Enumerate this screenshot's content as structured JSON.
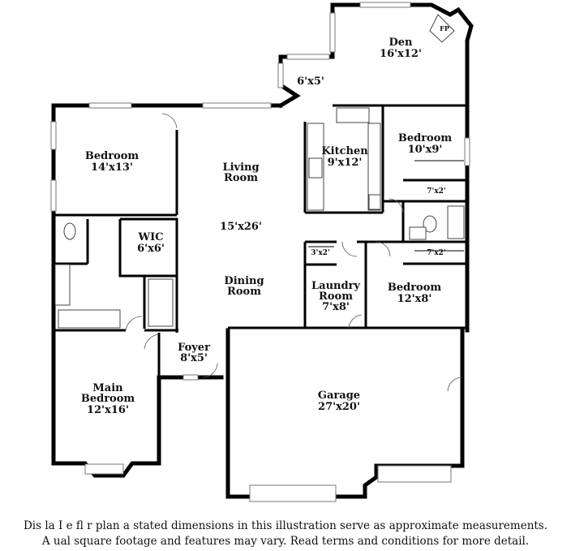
{
  "rooms": {
    "den": {
      "name": "Den",
      "size": "16'x12'"
    },
    "nook": {
      "size": "6'x5'"
    },
    "fp": {
      "label": "FP"
    },
    "kitchen": {
      "name": "Kitchen",
      "size": "9'x12'"
    },
    "bedroom_ne": {
      "name": "Bedroom",
      "size": "10'x9'"
    },
    "closet_ne": {
      "size": "7'x2'"
    },
    "closet_e": {
      "size": "7'x2'"
    },
    "bedroom_e": {
      "name": "Bedroom",
      "size": "12'x8'"
    },
    "bedroom_nw": {
      "name": "Bedroom",
      "size": "14'x13'"
    },
    "living": {
      "name_line1": "Living",
      "name_line2": "Room",
      "size": "15'x26'"
    },
    "dining": {
      "name_line1": "Dining",
      "name_line2": "Room"
    },
    "wic": {
      "name": "WIC",
      "size": "6'x6'"
    },
    "pantry": {
      "size": "3'x2'"
    },
    "laundry": {
      "name_line1": "Laundry",
      "name_line2": "Room",
      "size": "7'x8'"
    },
    "foyer": {
      "name": "Foyer",
      "size": "8'x5'"
    },
    "main_bedroom": {
      "name_line1": "Main",
      "name_line2": "Bedroom",
      "size": "12'x16'"
    },
    "garage": {
      "name": "Garage",
      "size": "27'x20'"
    }
  },
  "disclaimer": {
    "line1": "Dis  la    I  e fl  r plan  a  stated dimensions in this illustration serve as approximate measurements.",
    "line2": "A  ual square footage and features may vary. Read terms and conditions for more detail."
  }
}
